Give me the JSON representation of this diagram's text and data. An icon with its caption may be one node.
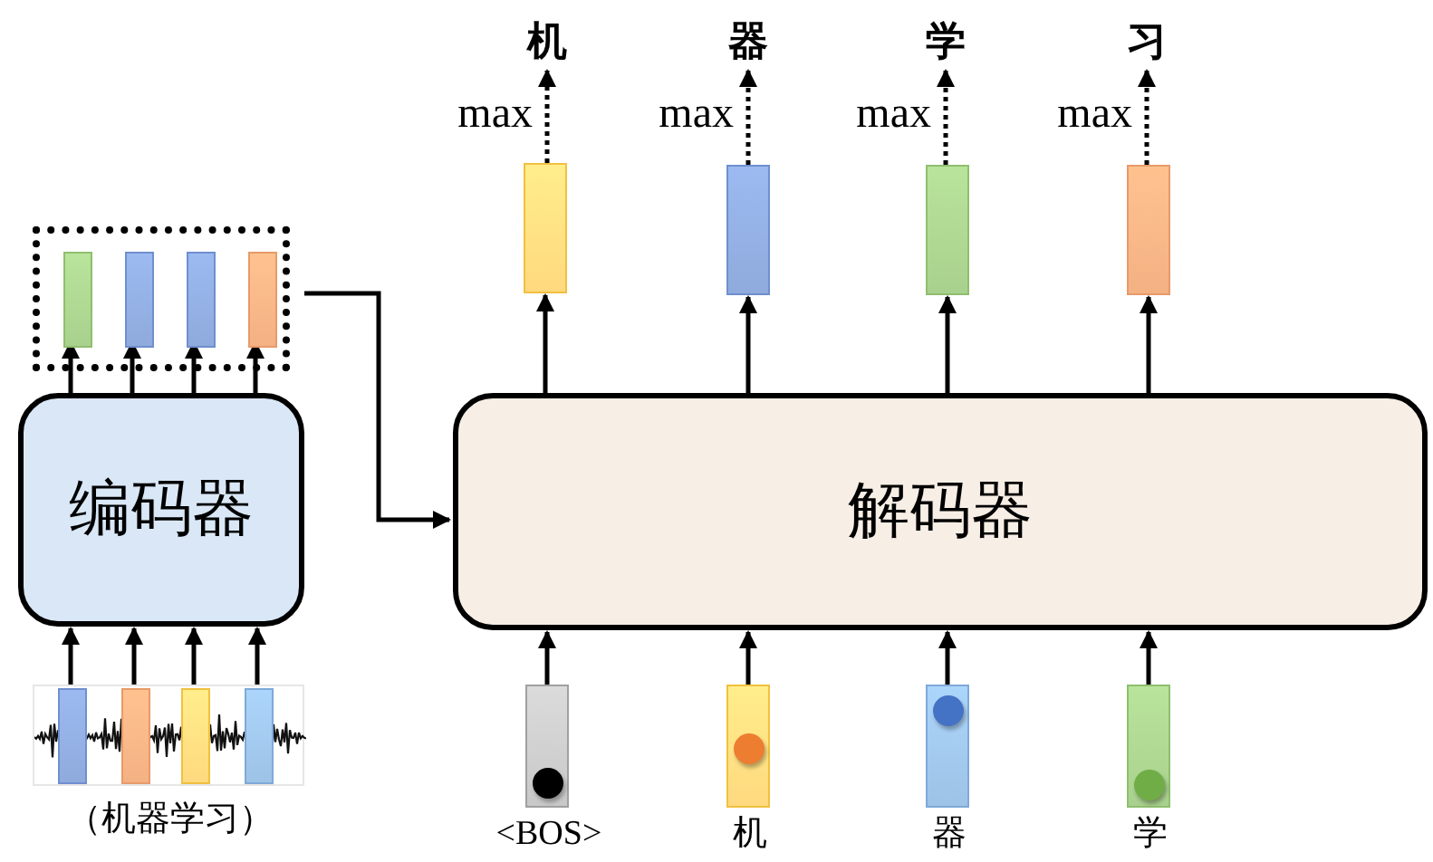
{
  "diagram": {
    "nodes": [
      {
        "text": [],
        "shape": "box"
      },
      {
        "text": [],
        "shape": "bar",
        "in": 0
      },
      {
        "text": [],
        "shape": "bar",
        "in": 0
      },
      {
        "text": [],
        "shape": "bar",
        "in": 0
      },
      {
        "text": [],
        "shape": "bar",
        "in": 0
      },
      {
        "text": [
          "编码器"
        ]
      },
      {
        "text": [
          "解码器"
        ]
      },
      {
        "text": [],
        "shape": "picture",
        "beside": [
          "（机器学习）"
        ]
      },
      {
        "text": [],
        "shape": "bar",
        "in": 7
      },
      {
        "text": [],
        "shape": "bar",
        "in": 7
      },
      {
        "text": [],
        "shape": "bar",
        "in": 7
      },
      {
        "text": [],
        "shape": "bar",
        "in": 7
      },
      {
        "text": [],
        "shape": "bar"
      },
      {
        "text": [],
        "shape": "bar"
      },
      {
        "text": [],
        "shape": "bar"
      },
      {
        "text": [],
        "shape": "bar"
      },
      {
        "text": [
          "机"
        ]
      },
      {
        "text": [
          "器"
        ]
      },
      {
        "text": [
          "学"
        ]
      },
      {
        "text": [
          "习"
        ]
      },
      {
        "text": [],
        "shape": "bar",
        "beside": [
          "<BOS>"
        ]
      },
      {
        "text": [],
        "shape": "bar",
        "beside": [
          "机"
        ]
      },
      {
        "text": [],
        "shape": "bar",
        "beside": [
          "器"
        ]
      },
      {
        "text": [],
        "shape": "bar",
        "beside": [
          "学"
        ]
      }
    ],
    "edges": [
      {
        "from": 8,
        "to": 5,
        "arrow": "to"
      },
      {
        "from": 9,
        "to": 5,
        "arrow": "to"
      },
      {
        "from": 10,
        "to": 5,
        "arrow": "to"
      },
      {
        "from": 11,
        "to": 5,
        "arrow": "to"
      },
      {
        "from": 5,
        "to": 1,
        "arrow": "to"
      },
      {
        "from": 5,
        "to": 2,
        "arrow": "to"
      },
      {
        "from": 5,
        "to": 3,
        "arrow": "to"
      },
      {
        "from": 5,
        "to": 4,
        "arrow": "to"
      },
      {
        "from": 0,
        "to": 6,
        "arrow": "to"
      },
      {
        "from": 6,
        "to": 12,
        "arrow": "to"
      },
      {
        "from": 6,
        "to": 13,
        "arrow": "to"
      },
      {
        "from": 6,
        "to": 14,
        "arrow": "to"
      },
      {
        "from": 6,
        "to": 15,
        "arrow": "to"
      },
      {
        "from": 12,
        "to": 16,
        "arrow": "to",
        "style": "dashed",
        "label": "max"
      },
      {
        "from": 13,
        "to": 17,
        "arrow": "to",
        "style": "dashed",
        "label": "max"
      },
      {
        "from": 14,
        "to": 18,
        "arrow": "to",
        "style": "dashed",
        "label": "max"
      },
      {
        "from": 15,
        "to": 19,
        "arrow": "to",
        "style": "dashed",
        "label": "max"
      },
      {
        "from": 20,
        "to": 6,
        "arrow": "to"
      },
      {
        "from": 21,
        "to": 6,
        "arrow": "to"
      },
      {
        "from": 22,
        "to": 6,
        "arrow": "to"
      },
      {
        "from": 23,
        "to": 6,
        "arrow": "to"
      }
    ]
  }
}
